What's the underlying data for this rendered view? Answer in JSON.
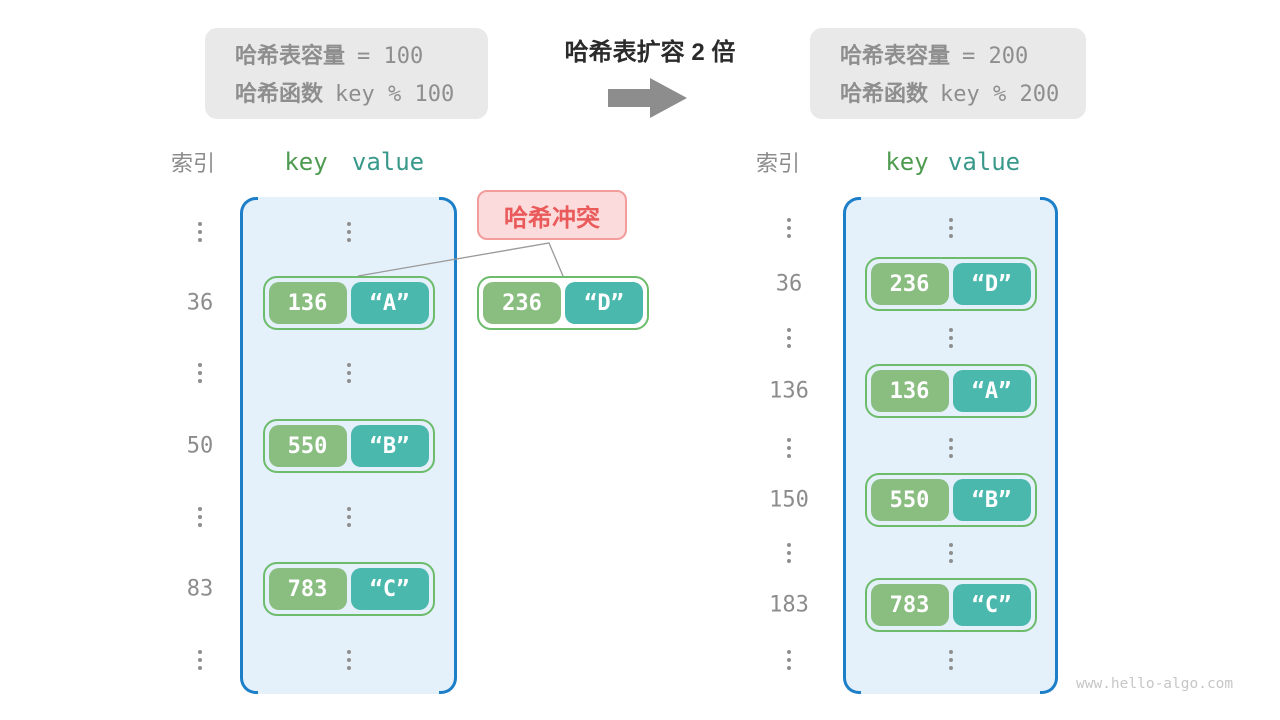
{
  "title": "哈希表扩容 2 倍",
  "old_table": {
    "cap_label": "哈希表容量",
    "cap_value": "= 100",
    "func_label": "哈希函数",
    "func_value": "key % 100"
  },
  "new_table": {
    "cap_label": "哈希表容量",
    "cap_value": "= 200",
    "func_label": "哈希函数",
    "func_value": "key % 200"
  },
  "columns": {
    "index": "索引",
    "key": "key",
    "value": "value"
  },
  "collision": {
    "label": "哈希冲突",
    "pair": {
      "key": "236",
      "value": "“D”"
    }
  },
  "left_table": {
    "indexes": [
      "36",
      "50",
      "83"
    ],
    "pairs": [
      {
        "key": "136",
        "value": "“A”"
      },
      {
        "key": "550",
        "value": "“B”"
      },
      {
        "key": "783",
        "value": "“C”"
      }
    ]
  },
  "right_table": {
    "indexes": [
      "36",
      "136",
      "150",
      "183"
    ],
    "pairs": [
      {
        "key": "236",
        "value": "“D”"
      },
      {
        "key": "136",
        "value": "“A”"
      },
      {
        "key": "550",
        "value": "“B”"
      },
      {
        "key": "783",
        "value": "“C”"
      }
    ]
  },
  "watermark": "www.hello-algo.com",
  "colors": {
    "container_border": "#1d7fc8",
    "container_bg": "#e4f0fa",
    "key_green": "#8abd80",
    "value_teal": "#4ab8ad",
    "pair_border": "#6cbc6c",
    "header_key_green": "#4e9b50",
    "header_value_teal": "#38998b",
    "collision_text": "#ea5a5a",
    "collision_bg": "#fbdbdb",
    "collision_border": "#f39c9c",
    "gray_text": "#8c8c8c",
    "info_box_bg": "#e9e9e9",
    "arrow_gray": "#8d8d8d"
  }
}
